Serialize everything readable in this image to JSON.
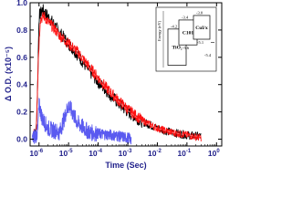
{
  "chart_data": {
    "type": "line",
    "xlabel": "Time (Sec)",
    "ylabel": "Δ O.D. (x10⁻⁵)",
    "xscale": "log",
    "xlim": [
      5e-07,
      1.5
    ],
    "ylim": [
      -0.05,
      1.0
    ],
    "y_ticks": [
      "0.0",
      "0.2",
      "0.4",
      "0.6",
      "0.8",
      "1.0"
    ],
    "x_ticks": [
      {
        "base": "10",
        "exp": "-6",
        "value": 1e-06
      },
      {
        "base": "10",
        "exp": "-5",
        "value": 1e-05
      },
      {
        "base": "10",
        "exp": "-4",
        "value": 0.0001
      },
      {
        "base": "10",
        "exp": "-3",
        "value": 0.001
      },
      {
        "base": "10",
        "exp": "-2",
        "value": 0.01
      },
      {
        "base": "10",
        "exp": "-1",
        "value": 0.1
      },
      {
        "base": "10",
        "exp": "0",
        "value": 1
      }
    ],
    "series": [
      {
        "color": "#000000",
        "noise": 0.045,
        "values": [
          [
            6e-07,
            0.02
          ],
          [
            8e-07,
            0.05
          ],
          [
            9e-07,
            0.4
          ],
          [
            1e-06,
            0.9
          ],
          [
            1.3e-06,
            0.95
          ],
          [
            2e-06,
            0.9
          ],
          [
            3e-06,
            0.85
          ],
          [
            5e-06,
            0.78
          ],
          [
            1e-05,
            0.7
          ],
          [
            2e-05,
            0.62
          ],
          [
            5e-05,
            0.5
          ],
          [
            0.0001,
            0.42
          ],
          [
            0.0002,
            0.35
          ],
          [
            0.0005,
            0.26
          ],
          [
            0.001,
            0.2
          ],
          [
            0.003,
            0.13
          ],
          [
            0.01,
            0.08
          ],
          [
            0.03,
            0.05
          ],
          [
            0.1,
            0.03
          ],
          [
            0.3,
            0.02
          ]
        ]
      },
      {
        "color": "#ff1010",
        "noise": 0.04,
        "values": [
          [
            6e-07,
            0.02
          ],
          [
            8e-07,
            0.05
          ],
          [
            9.5e-07,
            0.6
          ],
          [
            1.1e-06,
            0.88
          ],
          [
            1.5e-06,
            0.9
          ],
          [
            2e-06,
            0.86
          ],
          [
            3e-06,
            0.82
          ],
          [
            5e-06,
            0.76
          ],
          [
            1e-05,
            0.7
          ],
          [
            2e-05,
            0.64
          ],
          [
            5e-05,
            0.53
          ],
          [
            0.0001,
            0.45
          ],
          [
            0.0002,
            0.37
          ],
          [
            0.0005,
            0.28
          ],
          [
            0.001,
            0.22
          ],
          [
            0.003,
            0.14
          ],
          [
            0.01,
            0.08
          ],
          [
            0.03,
            0.05
          ],
          [
            0.1,
            0.03
          ],
          [
            0.3,
            0.01
          ]
        ]
      },
      {
        "color": "#5a5af0",
        "noise": 0.06,
        "values": [
          [
            6e-07,
            0.0
          ],
          [
            9e-07,
            0.05
          ],
          [
            1e-06,
            0.25
          ],
          [
            1.3e-06,
            0.15
          ],
          [
            2e-06,
            0.08
          ],
          [
            5e-06,
            0.05
          ],
          [
            1e-05,
            0.25
          ],
          [
            2e-05,
            0.12
          ],
          [
            5e-05,
            0.05
          ],
          [
            0.0001,
            0.04
          ],
          [
            0.0003,
            0.03
          ],
          [
            0.001,
            0.01
          ],
          [
            0.0013,
            0.0
          ]
        ]
      },
      {
        "color": "#ff6060",
        "dashed": true,
        "noise": 0,
        "values": [
          [
            1.2e-06,
            0.9
          ],
          [
            3e-06,
            0.82
          ],
          [
            1e-05,
            0.7
          ],
          [
            3e-05,
            0.58
          ],
          [
            0.0001,
            0.44
          ],
          [
            0.0003,
            0.32
          ],
          [
            0.001,
            0.21
          ],
          [
            0.003,
            0.13
          ],
          [
            0.01,
            0.08
          ],
          [
            0.03,
            0.05
          ],
          [
            0.1,
            0.03
          ],
          [
            0.3,
            0.02
          ]
        ]
      }
    ],
    "inset": {
      "ylabel": "Energy (eV)",
      "boxes": [
        {
          "label": "TiO₂",
          "top": "-4.2",
          "bottom": "",
          "bottom_level": -7.4
        },
        {
          "label": "C101",
          "top": "-3.4",
          "bottom": "-5.6",
          "bottom_level": -5.6
        },
        {
          "label": "CuI/x",
          "top": "-3.0",
          "bottom": "-5.1",
          "bottom_level": -5.1
        }
      ],
      "extra_level": "-5.4"
    }
  }
}
